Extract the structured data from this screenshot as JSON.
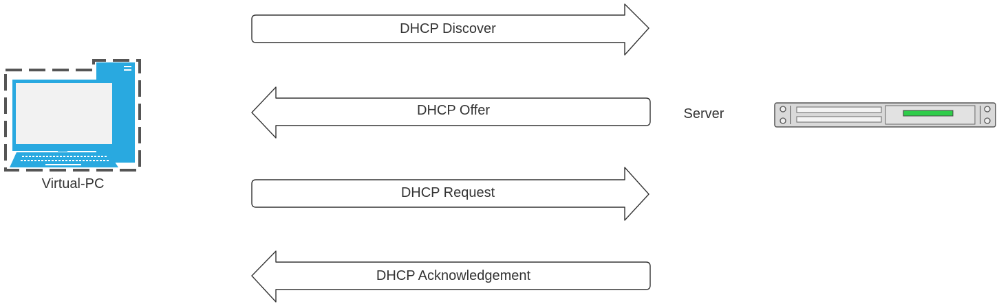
{
  "nodes": {
    "client_label": "Virtual-PC",
    "server_label": "Server"
  },
  "messages": [
    {
      "label": "DHCP Discover",
      "direction": "right"
    },
    {
      "label": "DHCP Offer",
      "direction": "left"
    },
    {
      "label": "DHCP Request",
      "direction": "right"
    },
    {
      "label": "DHCP Acknowledgement",
      "direction": "left"
    }
  ],
  "colors": {
    "pc_blue": "#29a9e0",
    "pc_screen": "#f2f2f2",
    "dashed_border": "#555555",
    "server_body": "#d9d9d9",
    "server_led": "#2fcc4a",
    "arrow_stroke": "#333333"
  },
  "icons": {
    "client": "desktop-computer-icon",
    "server": "rack-server-icon"
  }
}
